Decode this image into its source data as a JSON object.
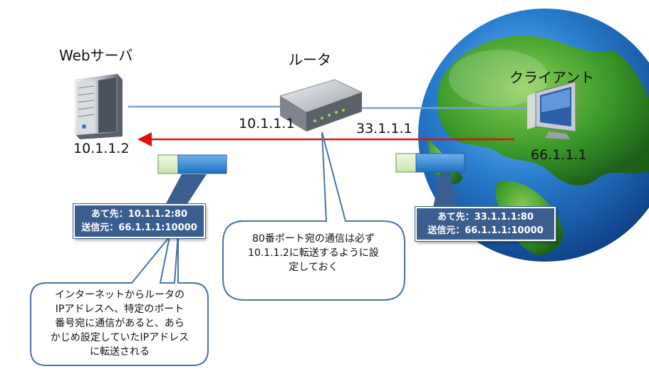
{
  "labels": {
    "webserver": "Webサーバ",
    "router": "ルータ",
    "client": "クライアント",
    "server_ip": "10.1.1.2",
    "router_lan_ip": "10.1.1.1",
    "router_wan_ip": "33.1.1.1",
    "client_ip": "66.1.1.1"
  },
  "packet_left": {
    "dest": "あて先：10.1.1.2:80",
    "src": "送信元：66.1.1.1:10000"
  },
  "packet_right": {
    "dest": "あて先：33.1.1.1:80",
    "src": "送信元：66.1.1.1:10000"
  },
  "callout_router": {
    "line1": "80番ポート宛の通信は必ず",
    "line2": "10.1.1.2に転送するように設",
    "line3": "定しておく"
  },
  "callout_bottom": {
    "line1": "インターネットからルータの",
    "line2": "IPアドレスへ、特定のポート",
    "line3": "番号宛に通信があると、あら",
    "line4": "かじめ設定していたIPアドレス",
    "line5": "に転送される"
  },
  "colors": {
    "arrow": "#e01010",
    "cable": "#7aa3cf",
    "callout_border": "#4a74a8",
    "packet_header": "#d8efc4",
    "packet_body": "#3a86d0",
    "globe_ocean": "#1c6fc4",
    "globe_land": "#3c9a1e"
  }
}
